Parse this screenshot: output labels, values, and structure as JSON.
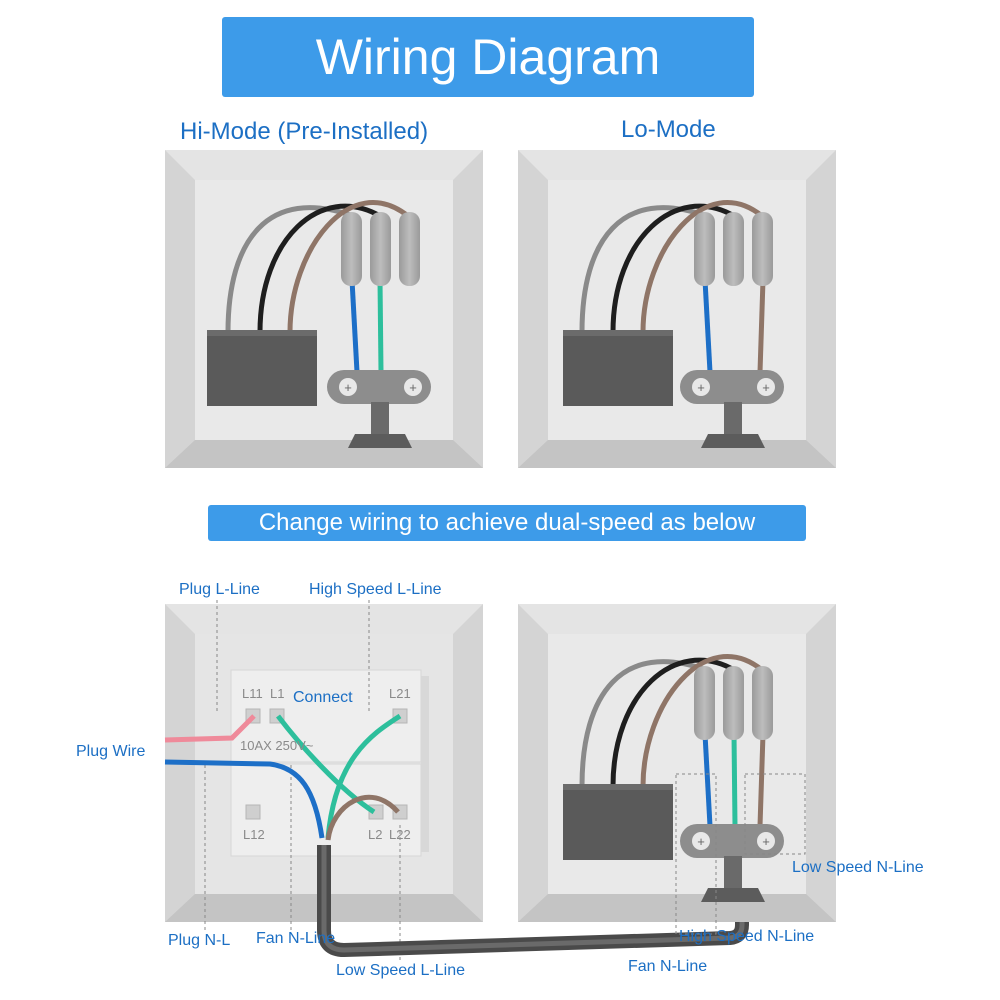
{
  "title": "Wiring Diagram",
  "subtitle": "Change wiring to achieve dual-speed as below",
  "modes": {
    "hi": "Hi-Mode (Pre-Installed)",
    "lo": "Lo-Mode"
  },
  "switch_labels": {
    "l11": "L11",
    "l1": "L1",
    "l21": "L21",
    "l12": "L12",
    "l2": "L2",
    "l22": "L22",
    "rating": "10AX 250V~"
  },
  "callouts": {
    "plug_l_line": "Plug L-Line",
    "high_speed_l_line": "High Speed L-Line",
    "connect": "Connect",
    "plug_wire": "Plug Wire",
    "plug_n_l": "Plug N-L",
    "fan_n_line_left": "Fan N-Line",
    "low_speed_l_line": "Low Speed L-Line",
    "low_speed_n_line": "Low Speed N-Line",
    "high_speed_n_line": "High Speed N-Line",
    "fan_n_line_bottom": "Fan N-Line"
  },
  "colors": {
    "accent": "#3d9be9",
    "label": "#1c6fc4",
    "wire_gray": "#8a8a8a",
    "wire_black": "#1e1e1e",
    "wire_brown": "#8f7567",
    "wire_blue": "#1d6fc7",
    "wire_teal": "#2dbf9c",
    "wire_pink": "#ef8a9a"
  }
}
